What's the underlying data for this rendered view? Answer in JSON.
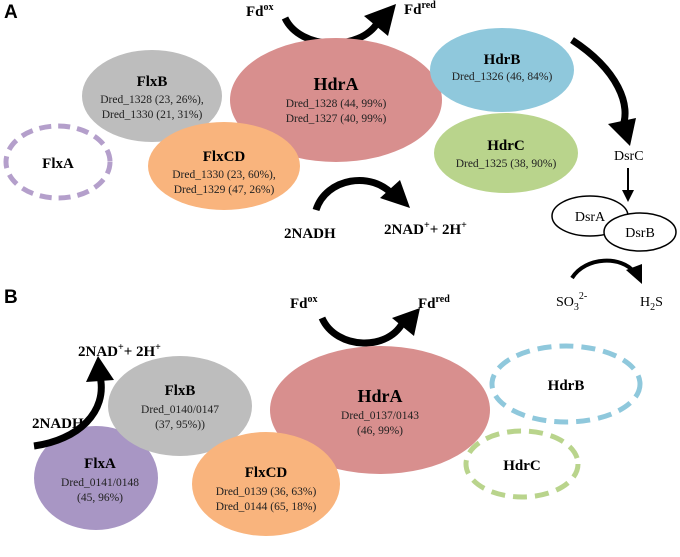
{
  "panels": {
    "a": "A",
    "b": "B"
  },
  "colors": {
    "hdra": "#d88f8e",
    "hdrb": "#8fc8dc",
    "hdrc": "#b9d48c",
    "flxb": "#bdbdbd",
    "flxcd": "#f9b47d",
    "flxa_dashed": "#b49fcb",
    "flxa_fill": "#a896c4"
  },
  "a": {
    "fdox": {
      "base": "Fd",
      "sup": "ox"
    },
    "fdred": {
      "base": "Fd",
      "sup": "red"
    },
    "nadh": "2NADH",
    "nad": {
      "base": "2NAD",
      "sup1": "+",
      "mid": "+ 2H",
      "sup2": "+"
    },
    "hdra": {
      "name": "HdrA",
      "l1": "Dred_1328 (44, 99%)",
      "l2": "Dred_1327 (40, 99%)"
    },
    "hdrb": {
      "name": "HdrB",
      "l1": "Dred_1326 (46, 84%)"
    },
    "hdrc": {
      "name": "HdrC",
      "l1": "Dred_1325 (38, 90%)"
    },
    "flxb": {
      "name": "FlxB",
      "l1": "Dred_1328 (23, 26%),",
      "l2": "Dred_1330 (21, 31%)"
    },
    "flxcd": {
      "name": "FlxCD",
      "l1": "Dred_1330 (23, 60%),",
      "l2": "Dred_1329 (47, 26%)"
    },
    "flxa": {
      "name": "FlxA"
    },
    "dsrc": "DsrC",
    "dsra": "DsrA",
    "dsrb": "DsrB",
    "so3": {
      "base": "SO",
      "sub": "3",
      "sup": "2-"
    },
    "h2s": {
      "pre": "H",
      "sub": "2",
      "post": "S"
    }
  },
  "b": {
    "fdox": {
      "base": "Fd",
      "sup": "ox"
    },
    "fdred": {
      "base": "Fd",
      "sup": "red"
    },
    "nad": {
      "base": "2NAD",
      "sup1": "+",
      "mid": "+ 2H",
      "sup2": "+"
    },
    "nadh": "2NADH",
    "hdra": {
      "name": "HdrA",
      "l1": "Dred_0137/0143",
      "l2": "(46, 99%)"
    },
    "hdrb": {
      "name": "HdrB"
    },
    "hdrc": {
      "name": "HdrC"
    },
    "flxb": {
      "name": "FlxB",
      "l1": "Dred_0140/0147",
      "l2": "(37, 95%))"
    },
    "flxa": {
      "name": "FlxA",
      "l1": "Dred_0141/0148",
      "l2": "(45, 96%)"
    },
    "flxcd": {
      "name": "FlxCD",
      "l1": "Dred_0139 (36, 63%)",
      "l2": "Dred_0144 (65, 18%)"
    }
  }
}
